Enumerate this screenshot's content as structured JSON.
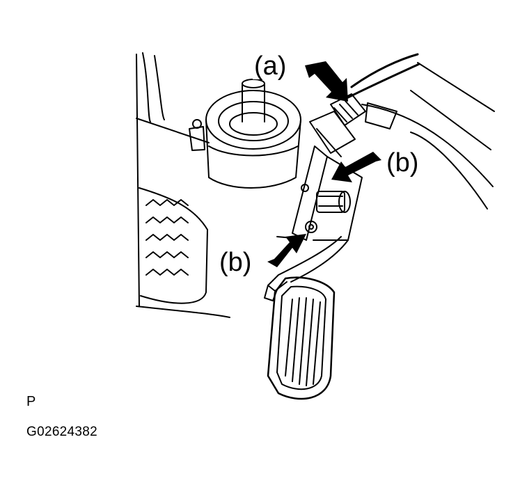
{
  "callouts": {
    "a": "(a)",
    "b_upper": "(b)",
    "b_lower": "(b)"
  },
  "page_code": "P",
  "figure_id": "G02624382",
  "icons": [
    "arrow-icon"
  ]
}
